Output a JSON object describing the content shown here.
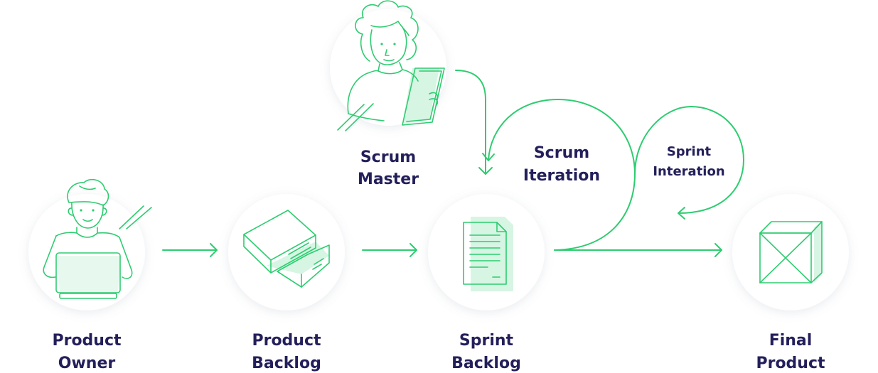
{
  "nodes": {
    "product_owner": {
      "line1": "Product",
      "line2": "Owner"
    },
    "product_backlog": {
      "line1": "Product",
      "line2": "Backlog"
    },
    "sprint_backlog": {
      "line1": "Sprint",
      "line2": "Backlog"
    },
    "final_product": {
      "line1": "Final",
      "line2": "Product"
    },
    "scrum_master": {
      "line1": "Scrum",
      "line2": "Master"
    }
  },
  "loops": {
    "scrum_iteration": {
      "line1": "Scrum",
      "line2": "Iteration"
    },
    "sprint_iteration": {
      "line1": "Sprint",
      "line2": "Interation"
    }
  },
  "colors": {
    "accent": "#2ecc71",
    "text": "#231f5a",
    "tint": "#d7f5e3"
  }
}
